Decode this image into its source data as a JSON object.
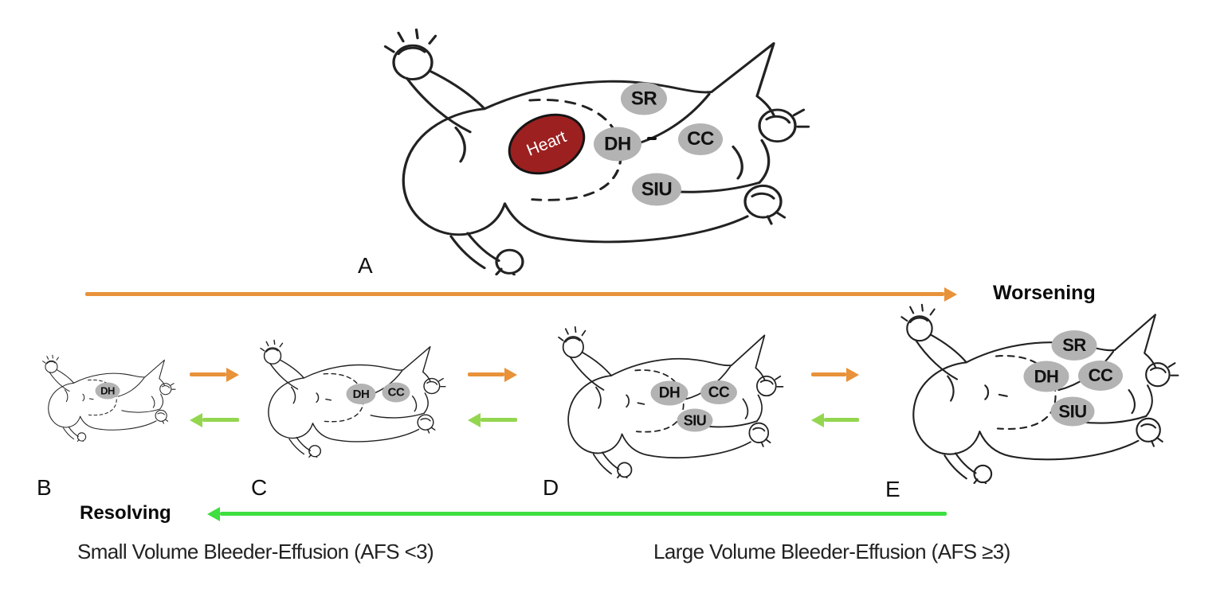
{
  "figure": {
    "worsening_label": "Worsening",
    "resolving_label": "Resolving",
    "caption_small": "Small Volume Bleeder-Effusion (AFS <3)",
    "caption_large": "Large Volume Bleeder-Effusion (AFS ≥3)",
    "heart_label": "Heart",
    "colors": {
      "orange_arrow": "#e8923a",
      "long_green_arrow": "#3fde41",
      "small_green_arrow": "#94d64f",
      "heart_fill": "#9c2020",
      "site_oval_gray": "#b3b3b3"
    }
  },
  "panels": [
    {
      "letter": "A",
      "labels": [
        {
          "text": "SR"
        },
        {
          "text": "DH"
        },
        {
          "text": "CC"
        },
        {
          "text": "SIU"
        }
      ]
    },
    {
      "letter": "B",
      "labels": [
        {
          "text": "DH"
        }
      ]
    },
    {
      "letter": "C",
      "labels": [
        {
          "text": "DH"
        },
        {
          "text": "CC"
        }
      ]
    },
    {
      "letter": "D",
      "labels": [
        {
          "text": "DH"
        },
        {
          "text": "CC"
        },
        {
          "text": "SIU"
        }
      ]
    },
    {
      "letter": "E",
      "labels": [
        {
          "text": "SR"
        },
        {
          "text": "DH"
        },
        {
          "text": "CC"
        },
        {
          "text": "SIU"
        }
      ]
    }
  ]
}
